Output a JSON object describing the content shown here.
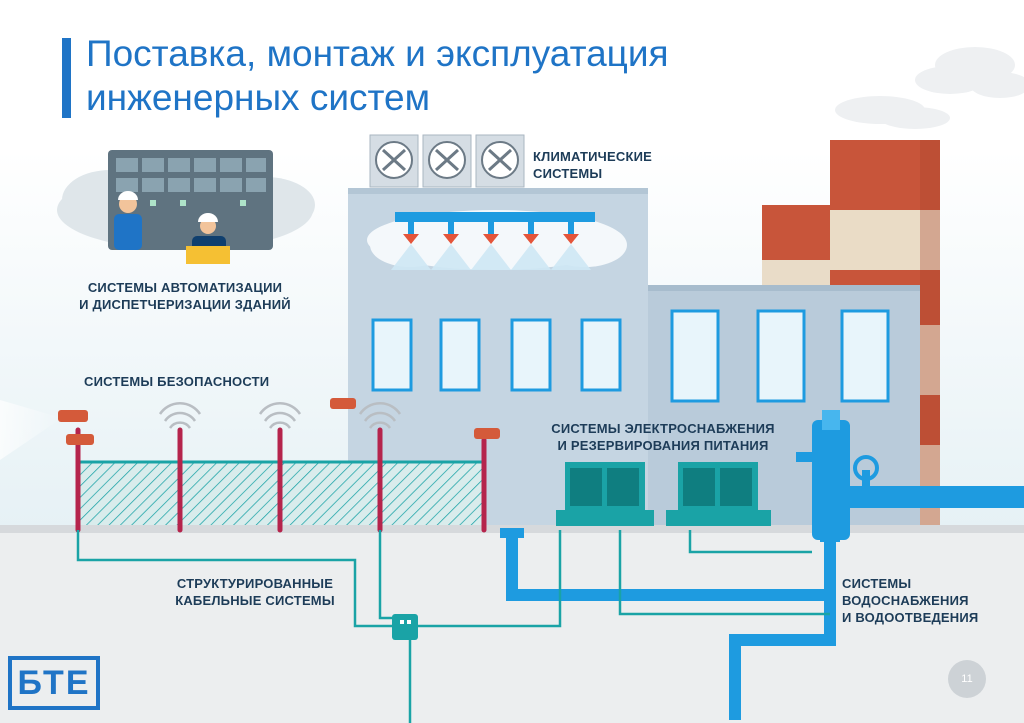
{
  "title": {
    "line1": "Поставка, монтаж и эксплуатация",
    "line2": "инженерных систем"
  },
  "labels": {
    "climate": [
      "КЛИМАТИЧЕСКИЕ",
      "СИСТЕМЫ"
    ],
    "automation": [
      "СИСТЕМЫ АВТОМАТИЗАЦИИ",
      "И ДИСПЕТЧЕРИЗАЦИИ ЗДАНИЙ"
    ],
    "security": [
      "СИСТЕМЫ БЕЗОПАСНОСТИ"
    ],
    "power": [
      "СИСТЕМЫ ЭЛЕКТРОСНАБЖЕНИЯ",
      "И РЕЗЕРВИРОВАНИЯ ПИТАНИЯ"
    ],
    "cabling": [
      "СТРУКТУРИРОВАННЫЕ",
      "КАБЕЛЬНЫЕ СИСТЕМЫ"
    ],
    "water": [
      "СИСТЕМЫ",
      "ВОДОСНАБЖЕНИЯ",
      "И ВОДООТВЕДЕНИЯ"
    ]
  },
  "logo_text": "БТЕ",
  "page_number": "11",
  "colors": {
    "title_blue": "#1f74c6",
    "label_navy": "#1d3c58",
    "teal": "#1aa3a6",
    "pipe_blue": "#1e9be0",
    "fence_red": "#b5244c",
    "chimney_red": "#c8553a",
    "building_grey": "#c5d5e2"
  }
}
